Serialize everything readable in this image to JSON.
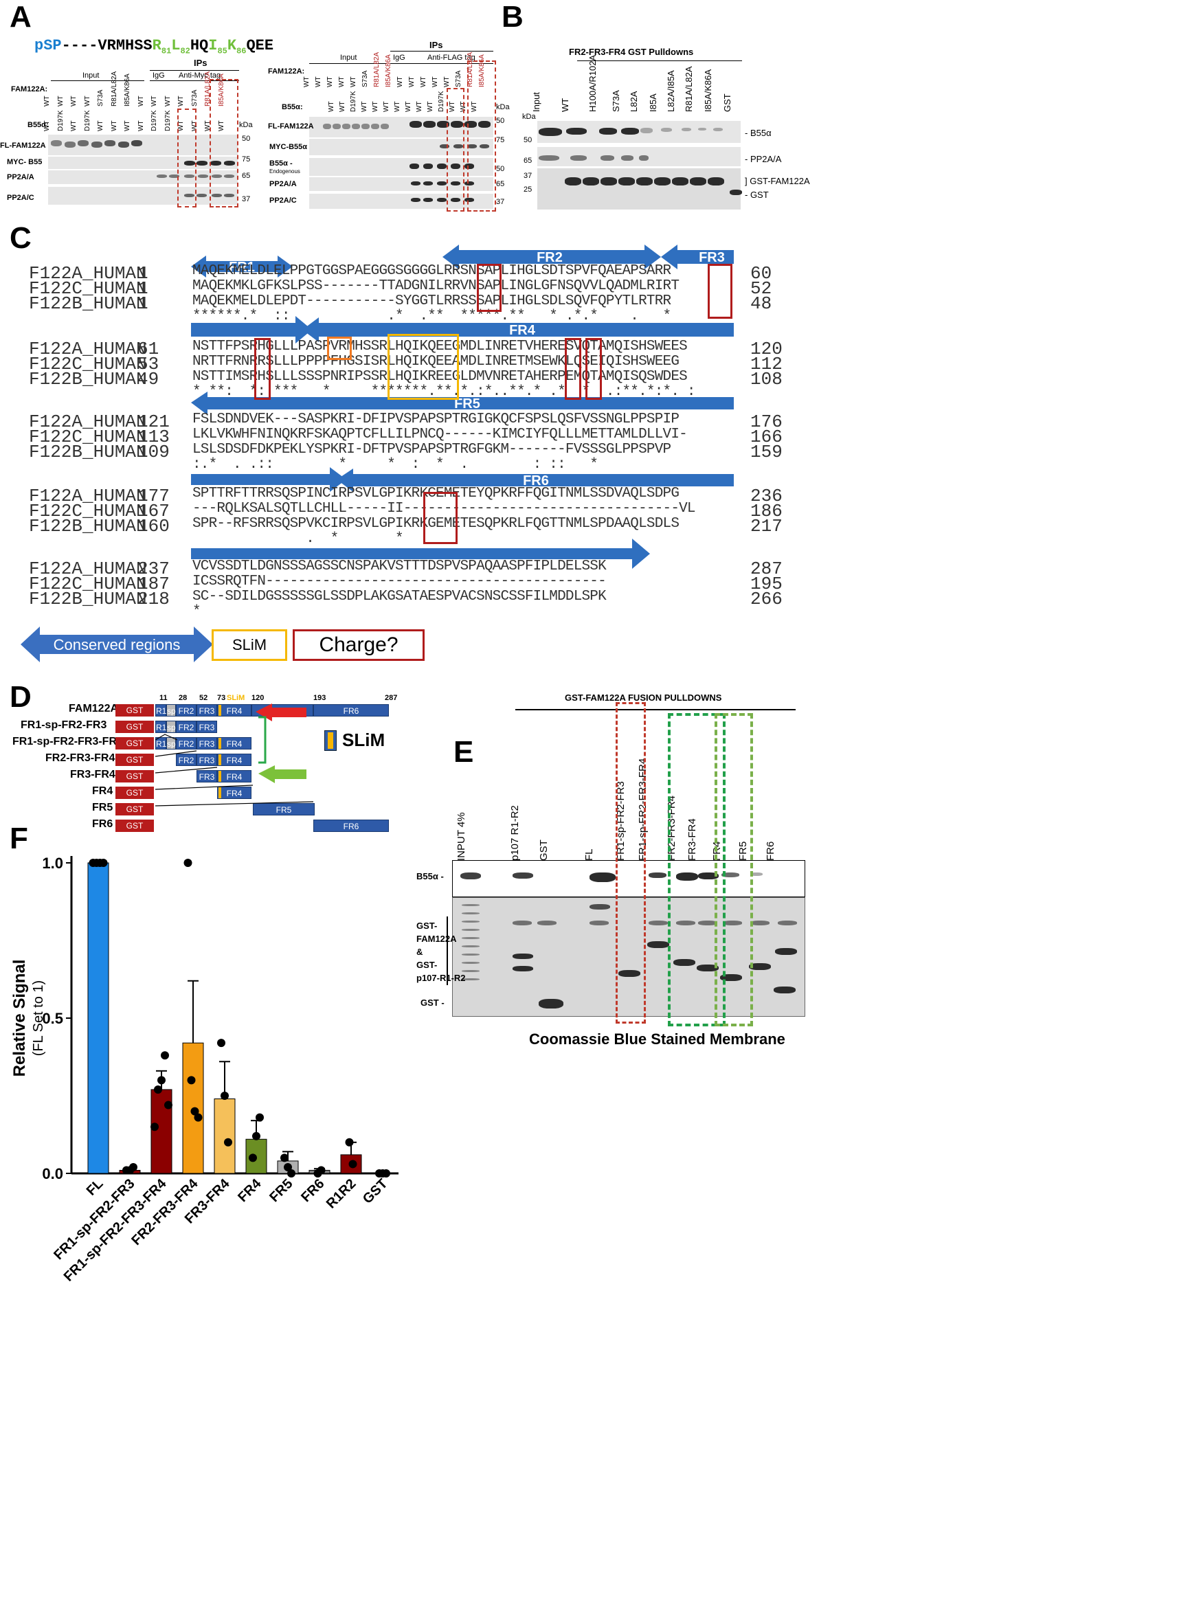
{
  "panel_a": {
    "letter": "A",
    "motif": {
      "prefix": "pSP",
      "dashes": "----",
      "seq1": "VRMHSS",
      "r": "R",
      "r_sub": "81",
      "l": "L",
      "l_sub": "82",
      "hq": "HQ",
      "i": "I",
      "i_sub": "85",
      "k": "K",
      "k_sub": "86",
      "tail": "QEE"
    },
    "left": {
      "ips_label": "IPs",
      "input_label": "Input",
      "igg_label": "IgG",
      "tag_label": "Anti-Myc tag",
      "fam_label": "FAM122A:",
      "b55_label": "B55α:",
      "kda": "kDa",
      "fam_lanes": [
        "WT",
        "WT",
        "WT",
        "WT",
        "S73A",
        "R81A/L82A",
        "I85A/K86A",
        "WT",
        "WT",
        "WT",
        "WT",
        "S73A",
        "R81A/L82A",
        "I85A/K86A"
      ],
      "b55_lanes": [
        "WT",
        "D197K",
        "WT",
        "D197K",
        "WT",
        "WT",
        "WT",
        "WT",
        "D197K",
        "D197K",
        "WT",
        "WT",
        "WT",
        "WT"
      ],
      "rows": [
        "FL-FAM122A",
        "MYC- B55",
        "PP2A/A",
        "PP2A/C"
      ],
      "markers": [
        "50",
        "75",
        "65",
        "37"
      ]
    },
    "right": {
      "ips_label": "IPs",
      "input_label": "Input",
      "igg_label": "IgG",
      "tag_label": "Anti-FLAG tag",
      "fam_label": "FAM122A:",
      "b55_label": "B55α:",
      "kda": "kDa",
      "fam_lanes": [
        "WT",
        "WT",
        "WT",
        "WT",
        "WT",
        "S73A",
        "R81A/L82A",
        "I85A/K86A",
        "WT",
        "WT",
        "WT",
        "WT",
        "WT",
        "S73A",
        "R81A/L82A",
        "I85A/K86A"
      ],
      "b55_lanes": [
        "WT",
        "WT",
        "D197K",
        "WT",
        "WT",
        "WT",
        "WT",
        "WT",
        "WT",
        "WT",
        "D197K",
        "WT",
        "WT",
        "WT"
      ],
      "rows": [
        "FL-FAM122A",
        "MYC-B55α",
        "B55α -",
        "Endogenous",
        "PP2A/A",
        "PP2A/C"
      ],
      "markers": [
        "50",
        "75",
        "50",
        "65",
        "37"
      ]
    }
  },
  "panel_b": {
    "letter": "B",
    "title": "FR2-FR3-FR4 GST Pulldowns",
    "lanes": [
      "Input",
      "WT",
      "H100A/R102A",
      "S73A",
      "L82A",
      "I85A",
      "L82A/I85A",
      "R81A/L82A",
      "I85A/K86A",
      "GST"
    ],
    "kda": "kDa",
    "markers": [
      "50",
      "65",
      "37",
      "25"
    ],
    "right_labels": [
      "- B55α",
      "- PP2A/A",
      "] GST-FAM122A",
      "- GST"
    ]
  },
  "panel_c": {
    "letter": "C",
    "regions": [
      "FR1",
      "FR2",
      "FR3",
      "FR4",
      "FR5",
      "FR6"
    ],
    "blocks": [
      {
        "rows": [
          {
            "name": "F122A_HUMAN",
            "start": "1",
            "seq": "MAQEKMELDLELPPGTGGSPAEGGGSGGGGLRRSNSAPLIHGLSDTSPVFQAEAPSARR",
            "end": "60"
          },
          {
            "name": "F122C_HUMAN",
            "start": "1",
            "seq": "MAQEKMKLGFKSLPSS-------TTADGNILRRVNSAPLINGLGFNSQVVLQADMLRIRT",
            "end": "52"
          },
          {
            "name": "F122B_HUMAN",
            "start": "1",
            "seq": "MAQEKMELDLEPDT-----------SYGGTLRRSSSAPLIHGLSDLSQVFQPYTLRTRR",
            "end": "48"
          }
        ],
        "cons": "******.*  ::            .*  .**  *****.**   * .*.*    .   *"
      },
      {
        "rows": [
          {
            "name": "F122A_HUMAN",
            "start": "61",
            "seq": "NSTTFPSRHGLLLPASPVRMHSSRLHQIKQEEGMDLINRETVHERESVQTAMQISHSWEES",
            "end": "120"
          },
          {
            "name": "F122C_HUMAN",
            "start": "53",
            "seq": "NRTTFRNRRSLLLPPPPFHGSISRLHQIKQEEAMDLINRETMSEWKLQSEIQISHSWEEG",
            "end": "112"
          },
          {
            "name": "F122B_HUMAN",
            "start": "49",
            "seq": "NSTTIMSRHSLLLSSSPNRIPSSRLHQIKREEGLDMVNRETAHERPEMQTAMQISQSWDES",
            "end": "108"
          }
        ],
        "cons": "* **:  *: ***   *     *******.**.*.:*..**.* .*  *  .:**.*:*. :"
      },
      {
        "rows": [
          {
            "name": "F122A_HUMAN",
            "start": "121",
            "seq": "FSLSDNDVEK---SASPKRI-DFIPVSPAPSPTRGIGKQCFSPSLQSFVSSNGLPPSPIP",
            "end": "176"
          },
          {
            "name": "F122C_HUMAN",
            "start": "113",
            "seq": "LKLVKWHFNINQKRFSKAQPTCFLLILPNCQ------KIMCIYFQLLLMETTAMLDLLVI-",
            "end": "166"
          },
          {
            "name": "F122B_HUMAN",
            "start": "109",
            "seq": "LSLSDSDFDKPEKLYSPKRI-DFTPVSPAPSPTRGFGKM-------FVSSSGLPPSPVP",
            "end": "159"
          }
        ],
        "cons": ":.*  . .::        *     *  :  *  .        : ::   *      "
      },
      {
        "rows": [
          {
            "name": "F122A_HUMAN",
            "start": "177",
            "seq": "SPTTRFTTRRSQSPINCIRPSVLGPIKRKCEMETEYQPKRFFQGITNMLSSDVAQLSDPG",
            "end": "236"
          },
          {
            "name": "F122C_HUMAN",
            "start": "167",
            "seq": "---RQLKSALSQTLLCHLL-----II----------------------------------VL",
            "end": "186"
          },
          {
            "name": "F122B_HUMAN",
            "start": "160",
            "seq": "SPR--RFSRRSQSPVKCIRPSVLGPIKRKGEMETESQPKRLFQGTTNMLSPDAAQLSDLS",
            "end": "217"
          }
        ],
        "cons": "              .  *       *"
      },
      {
        "rows": [
          {
            "name": "F122A_HUMAN",
            "start": "237",
            "seq": "VCVSSDTLDGNSSSAGSSCNSPAKVSTTTDSPVSPAQAASPFIPLDELSSK",
            "end": "287"
          },
          {
            "name": "F122C_HUMAN",
            "start": "187",
            "seq": "ICSSRQTFN------------------------------------------",
            "end": "195"
          },
          {
            "name": "F122B_HUMAN",
            "start": "218",
            "seq": "SC--SDILDGSSSSSGLSSDPLAKGSATAESPVACSNSCSSFILMDDLSPK",
            "end": "266"
          }
        ],
        "cons": "*"
      }
    ],
    "legend": {
      "conserved": "Conserved regions",
      "slim": "SLiM",
      "charge": "Charge?"
    }
  },
  "panel_d": {
    "letter": "D",
    "constructs": [
      "FAM122A FL",
      "FR1-sp-FR2-FR3",
      "FR1-sp-FR2-FR3-FR4",
      "FR2-FR3-FR4",
      "FR3-FR4",
      "FR4",
      "FR5",
      "FR6"
    ],
    "positions": [
      "11",
      "28",
      "52",
      "73",
      "SLiM",
      "120",
      "193",
      "287"
    ],
    "seg": {
      "gst": "GST",
      "r1": "R1",
      "sp": "sp",
      "fr2": "FR2",
      "fr3": "FR3",
      "fr4": "FR4",
      "fr5": "FR5",
      "fr6": "FR6"
    },
    "slim_legend": "SLiM"
  },
  "panel_e": {
    "letter": "E",
    "title": "GST-FAM122A FUSION PULLDOWNS",
    "lanes": [
      "INPUT 4%",
      "p107 R1-R2",
      "GST",
      "FL",
      "FR1-sp-FR2-FR3",
      "FR1-sp-FR2-FR3-FR4",
      "FR2-FR3-FR4",
      "FR3-FR4",
      "FR4",
      "FR5",
      "FR6"
    ],
    "b55_label": "B55α -",
    "gst_fam_label": [
      "GST-",
      "FAM122A",
      "&",
      "GST-",
      "p107-R1-R2"
    ],
    "gst_label": "GST -",
    "footer": "Coomassie Blue Stained Membrane"
  },
  "panel_f": {
    "letter": "F",
    "chart_data": {
      "type": "bar",
      "ylabel": "Relative Signal",
      "ylabel2": "(FL Set to 1)",
      "ylim": [
        0,
        1.0
      ],
      "yticks": [
        "0.0",
        "0.5",
        "1.0"
      ],
      "categories": [
        "FL",
        "FR1-sp-FR2-FR3",
        "FR1-sp-FR2-FR3-FR4",
        "FR2-FR3-FR4",
        "FR3-FR4",
        "FR4",
        "FR5",
        "FR6",
        "R1R2",
        "GST"
      ],
      "values": [
        1.0,
        0.01,
        0.27,
        0.42,
        0.24,
        0.11,
        0.04,
        0.01,
        0.06,
        0.0
      ],
      "errors": [
        0.0,
        0.005,
        0.06,
        0.2,
        0.12,
        0.06,
        0.03,
        0.005,
        0.04,
        0.0
      ],
      "points": [
        [
          1,
          1,
          1,
          1
        ],
        [
          0.01,
          0.01,
          0.02
        ],
        [
          0.15,
          0.27,
          0.3,
          0.38,
          0.22
        ],
        [
          1.0,
          0.3,
          0.2,
          0.18
        ],
        [
          0.42,
          0.25,
          0.1
        ],
        [
          0.05,
          0.12,
          0.18
        ],
        [
          0.05,
          0.02,
          0.0
        ],
        [
          0.0,
          0.01
        ],
        [
          0.1,
          0.03
        ],
        [
          0.0,
          0.0,
          0.0
        ]
      ],
      "colors": [
        "#1e88e5",
        "#8b0000",
        "#8b0000",
        "#f39c12",
        "#f5c05a",
        "#6b8e23",
        "#b0b0b0",
        "#808080",
        "#8b0000",
        "#d0d0d0"
      ]
    }
  }
}
